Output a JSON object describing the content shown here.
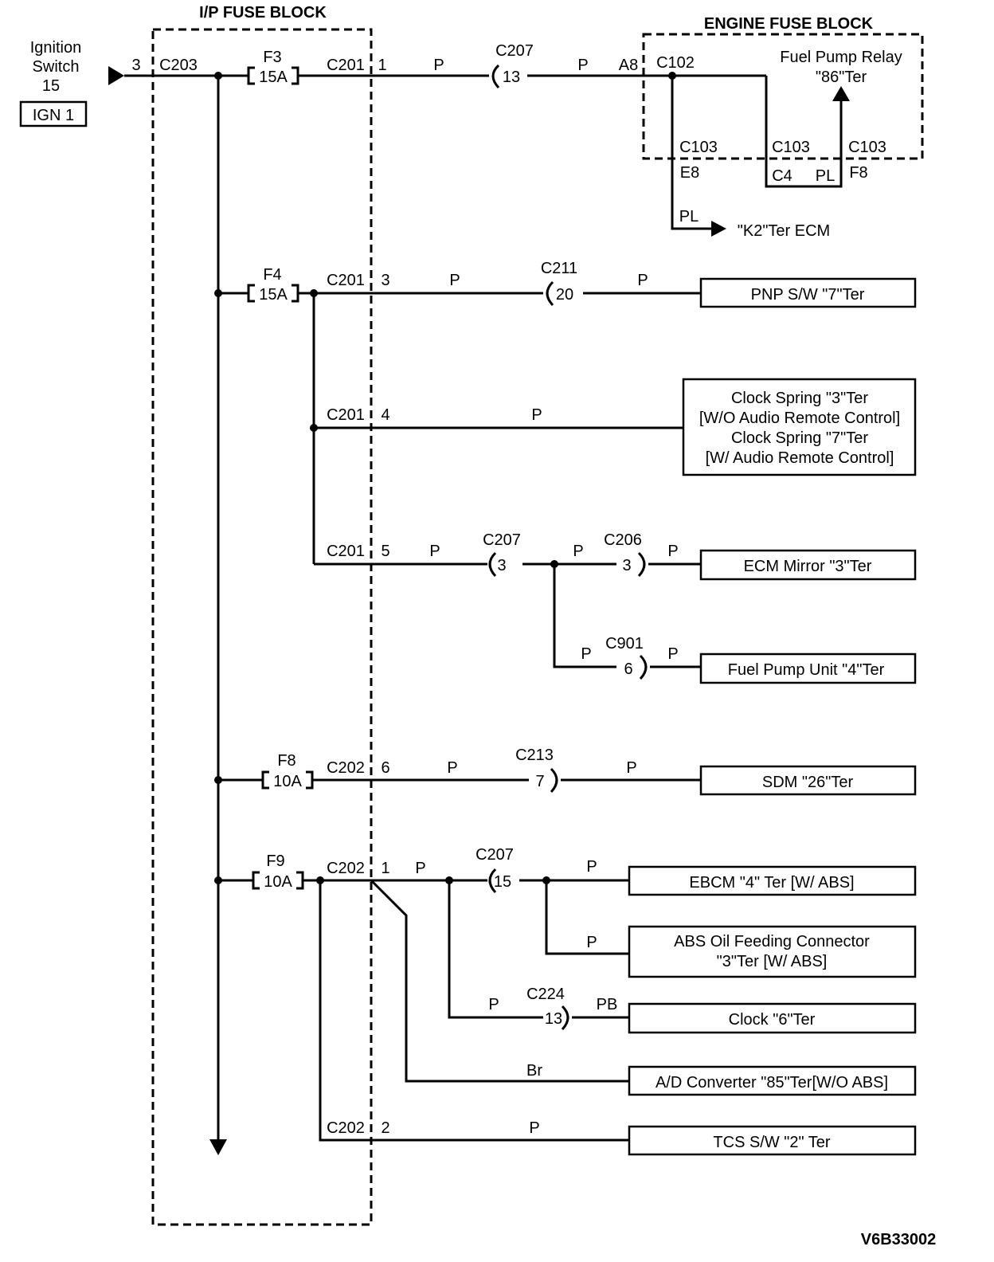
{
  "blocks": {
    "ip_fuse_block": "I/P FUSE BLOCK",
    "engine_fuse_block": "ENGINE FUSE BLOCK"
  },
  "source": {
    "lines": [
      "Ignition",
      "Switch",
      "15"
    ],
    "terminal": "IGN 1",
    "pin": "3",
    "connector": "C203"
  },
  "fuses": {
    "f3": {
      "name": "F3",
      "rating": "15A"
    },
    "f4": {
      "name": "F4",
      "rating": "15A"
    },
    "f8": {
      "name": "F8",
      "rating": "10A"
    },
    "f9": {
      "name": "F9",
      "rating": "10A"
    }
  },
  "circuit1": {
    "c201": "C201",
    "pin": "1",
    "wire_a": "P",
    "conn": "C207",
    "conn_pin": "13",
    "wire_b": "P",
    "a8": "A8",
    "c102": "C102",
    "relay_lines": [
      "Fuel Pump Relay",
      "\"86\"Ter"
    ],
    "c103_left": "C103",
    "e8": "E8",
    "c103_mid": "C103",
    "c4": "C4",
    "pl_right": "PL",
    "c103_right": "C103",
    "f8_pin": "F8",
    "pl_left": "PL",
    "ecm": "\"K2\"Ter ECM"
  },
  "circuit_pnp": {
    "c201": "C201",
    "pin": "3",
    "wire_a": "P",
    "conn": "C211",
    "conn_pin": "20",
    "wire_b": "P",
    "dest": "PNP S/W \"7\"Ter"
  },
  "circuit_clock_spring": {
    "c201": "C201",
    "pin": "4",
    "wire": "P",
    "dest_lines": [
      "Clock Spring \"3\"Ter",
      "[W/O Audio Remote Control]",
      "Clock Spring \"7\"Ter",
      "[W/ Audio Remote Control]"
    ]
  },
  "circuit_mirror": {
    "c201": "C201",
    "pin": "5",
    "wire_a": "P",
    "conn_a": "C207",
    "conn_a_pin": "3",
    "wire_b": "P",
    "conn_b": "C206",
    "conn_b_pin": "3",
    "wire_c": "P",
    "dest": "ECM Mirror \"3\"Ter"
  },
  "circuit_fuel_pump": {
    "wire_a": "P",
    "conn": "C901",
    "conn_pin": "6",
    "wire_b": "P",
    "dest": "Fuel Pump Unit \"4\"Ter"
  },
  "circuit_sdm": {
    "c202": "C202",
    "pin": "6",
    "wire_a": "P",
    "conn": "C213",
    "conn_pin": "7",
    "wire_b": "P",
    "dest": "SDM \"26\"Ter"
  },
  "circuit_f9": {
    "c202": "C202",
    "pin": "1",
    "wire_a": "P",
    "conn": "C207",
    "conn_pin": "15",
    "ebcm_wire": "P",
    "ebcm": "EBCM \"4\" Ter [W/ ABS]",
    "abs_wire": "P",
    "abs_lines": [
      "ABS Oil Feeding Connector",
      "\"3\"Ter [W/ ABS]"
    ],
    "clock_wire_a": "P",
    "clock_conn": "C224",
    "clock_conn_pin": "13",
    "clock_wire_b": "PB",
    "clock": "Clock \"6\"Ter",
    "ad_wire": "Br",
    "ad": "A/D Converter \"85\"Ter[W/O ABS]",
    "tcs_c202": "C202",
    "tcs_pin": "2",
    "tcs_wire": "P",
    "tcs": "TCS S/W \"2\" Ter"
  },
  "figure_id": "V6B33002"
}
